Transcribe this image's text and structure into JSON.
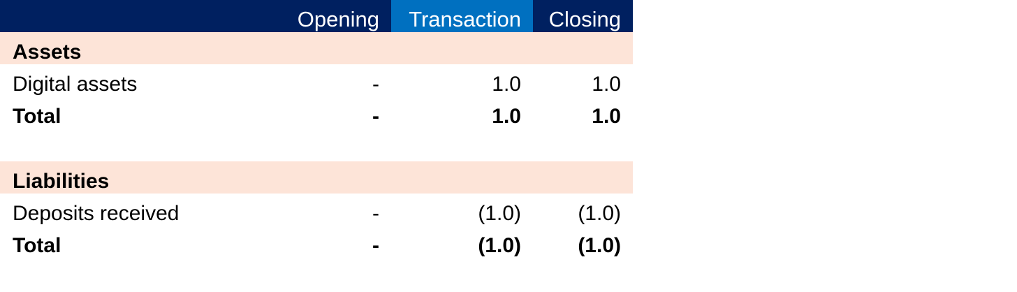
{
  "header": {
    "columns": [
      "Opening",
      "Transaction",
      "Closing"
    ]
  },
  "sections": [
    {
      "title": "Assets",
      "rows": [
        {
          "label": "Digital assets",
          "opening": "-",
          "transaction": "1.0",
          "closing": "1.0"
        },
        {
          "label": "Total",
          "opening": "-",
          "transaction": "1.0",
          "closing": "1.0"
        }
      ]
    },
    {
      "title": "Liabilities",
      "rows": [
        {
          "label": "Deposits received",
          "opening": "-",
          "transaction": "(1.0)",
          "closing": "(1.0)"
        },
        {
          "label": "Total",
          "opening": "-",
          "transaction": "(1.0)",
          "closing": "(1.0)"
        }
      ]
    }
  ],
  "colors": {
    "header_bg": "#002060",
    "transaction_header_bg": "#0070C0",
    "section_bg": "#FDE4D8",
    "header_text": "#ffffff"
  }
}
